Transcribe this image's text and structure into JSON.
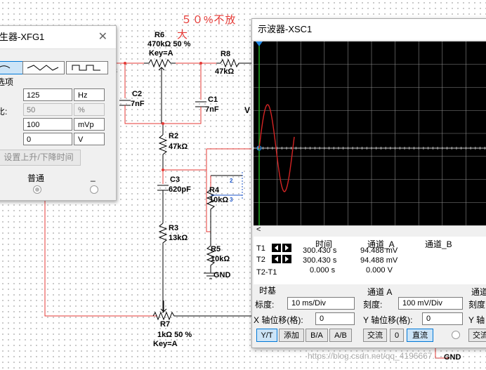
{
  "annotation": {
    "note_line1": "５０%不放",
    "note_line2": "大"
  },
  "schematic": {
    "r6": {
      "name": "R6",
      "value": "470kΩ 50 %",
      "key": "Key=A"
    },
    "r8": {
      "name": "R8",
      "value": "47kΩ"
    },
    "c2": {
      "name": "C2",
      "value": "7nF"
    },
    "c1": {
      "name": "C1",
      "value": "7nF"
    },
    "r2": {
      "name": "R2",
      "value": "47kΩ"
    },
    "c3": {
      "name": "C3",
      "value": "620pF"
    },
    "r4": {
      "name": "R4",
      "value": "10kΩ"
    },
    "r3": {
      "name": "R3",
      "value": "13kΩ"
    },
    "r5": {
      "name": "R5",
      "value": "10kΩ"
    },
    "gnd1": "GND",
    "gnd2": "GND",
    "r7": {
      "name": "R7",
      "value": "1kΩ   50 %",
      "key": "Key=A"
    },
    "partial_vcc": "V",
    "partial_omega": "Ω",
    "pin2": "2",
    "pin3": "3"
  },
  "function_generator": {
    "title": "生器-XFG1",
    "close": "✕",
    "options_label": "选项",
    "rows": [
      {
        "label": ":",
        "value": "125",
        "unit": "Hz",
        "disabled": false
      },
      {
        "label": "比:",
        "value": "50",
        "unit": "%",
        "disabled": true
      },
      {
        "label": ":",
        "value": "100",
        "unit": "mVp",
        "disabled": false
      },
      {
        "label": ":",
        "value": "0",
        "unit": "V",
        "disabled": false
      }
    ],
    "rise_fall_button": "设置上升/下降时间",
    "common_label": "普通",
    "minus_label": "_"
  },
  "oscilloscope": {
    "title": "示波器-XSC1",
    "scroll_left": "<",
    "table": {
      "headers": {
        "time": "时间",
        "ch_a": "通道_A",
        "ch_b": "通道_B"
      },
      "rows": [
        {
          "label": "T1",
          "time": "300.430 s",
          "ch_a": "94.488 mV",
          "ch_b": ""
        },
        {
          "label": "T2",
          "time": "300.430 s",
          "ch_a": "94.488 mV",
          "ch_b": ""
        },
        {
          "label": "T2-T1",
          "time": "0.000 s",
          "ch_a": "0.000 V",
          "ch_b": ""
        }
      ]
    },
    "timebase": {
      "title": "时基",
      "scale_label": "标度:",
      "scale_value": "10 ms/Div",
      "xpos_label": "X 轴位移(格):",
      "xpos_value": "0",
      "btn_yt": "Y/T",
      "btn_add": "添加",
      "btn_ba": "B/A",
      "btn_ab": "A/B"
    },
    "channel_a": {
      "title": "通道 A",
      "scale_label": "刻度:",
      "scale_value": "100 mV/Div",
      "ypos_label": "Y 轴位移(格):",
      "ypos_value": "0",
      "btn_ac": "交流",
      "btn_zero": "0",
      "btn_dc": "直流"
    },
    "channel_b": {
      "title": "通道",
      "scale_label": "刻度",
      "ypos_label": "Y 轴",
      "btn_ac": "交流"
    },
    "trace_color": "#d42424",
    "trigger_color": "#2bd12b",
    "grid_color": "#8a8a8a"
  },
  "watermark": "https://blog.csdn.net/qq_4196667..."
}
